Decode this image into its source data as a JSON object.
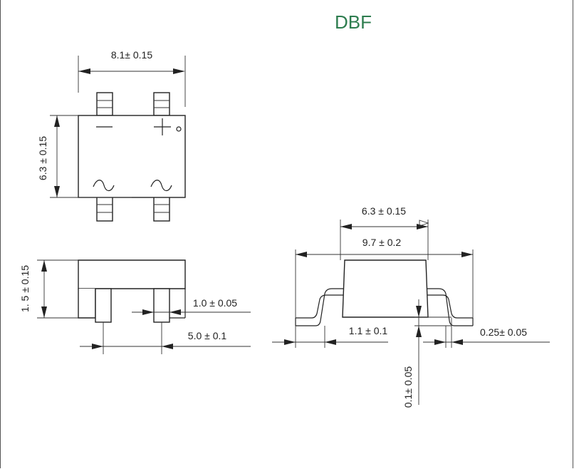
{
  "title": "DBF",
  "dims": {
    "top_width": "8.1± 0.15",
    "top_height": "6.3 ± 0.15",
    "side_height": "1. 5 ± 0.15",
    "lead_width": "1.0 ± 0.05",
    "lead_pitch": "5.0 ± 0.1",
    "body_width": "6.3 ± 0.15",
    "overall_width": "9.7 ± 0.2",
    "foot_length": "1.1 ± 0.1",
    "lead_thickness": "0.25± 0.05",
    "standoff": "0.1± 0.05"
  },
  "symbols": {
    "minus": "—",
    "plus": "+",
    "ac_left": "∿",
    "ac_right": "∿"
  }
}
